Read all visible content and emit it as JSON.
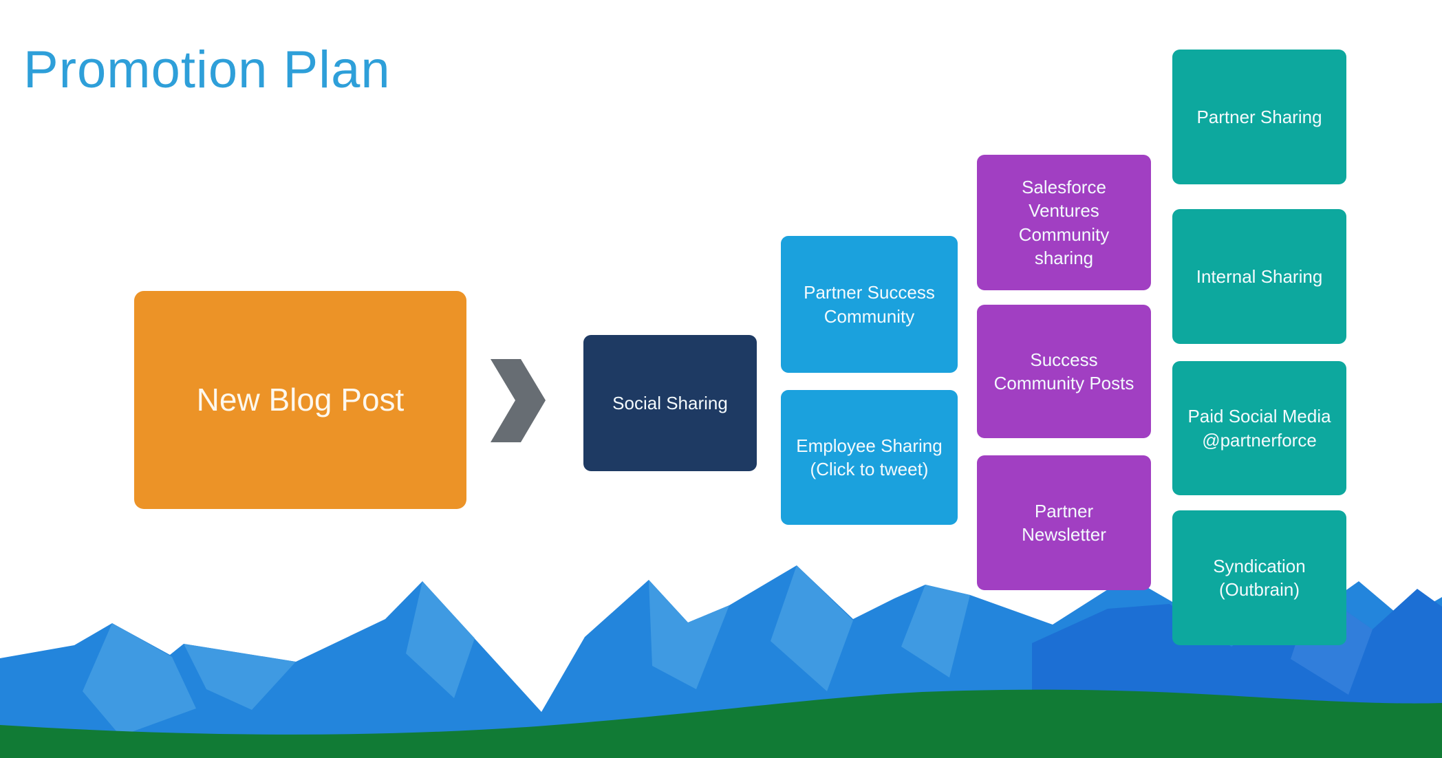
{
  "slide": {
    "title": "Promotion Plan"
  },
  "colors": {
    "title_blue": "#2E9FD9",
    "orange": "#EC9327",
    "navy": "#1E3A63",
    "light_blue": "#1BA1DD",
    "purple": "#A13FC2",
    "teal": "#0DA89E",
    "chevron_gray": "#676D73",
    "mountain_azure": "#2385DC",
    "mountain_light": "#3F9AE2",
    "mountain_royal": "#1C6FD4",
    "hill_green": "#117B35"
  },
  "diagram": {
    "root": {
      "label": "New Blog Post"
    },
    "connector": {
      "icon": "chevron-right"
    },
    "level2": {
      "label": "Social Sharing"
    },
    "level3": [
      {
        "label": "Partner Success\nCommunity"
      },
      {
        "label": "Employee Sharing\n(Click to tweet)"
      }
    ],
    "level4": [
      {
        "label": "Salesforce\nVentures\nCommunity\nsharing"
      },
      {
        "label": "Success\nCommunity Posts"
      },
      {
        "label": "Partner\nNewsletter"
      }
    ],
    "level5": [
      {
        "label": "Partner Sharing"
      },
      {
        "label": "Internal Sharing"
      },
      {
        "label": "Paid Social Media\n@partnerforce"
      },
      {
        "label": "Syndication\n(Outbrain)"
      }
    ]
  }
}
